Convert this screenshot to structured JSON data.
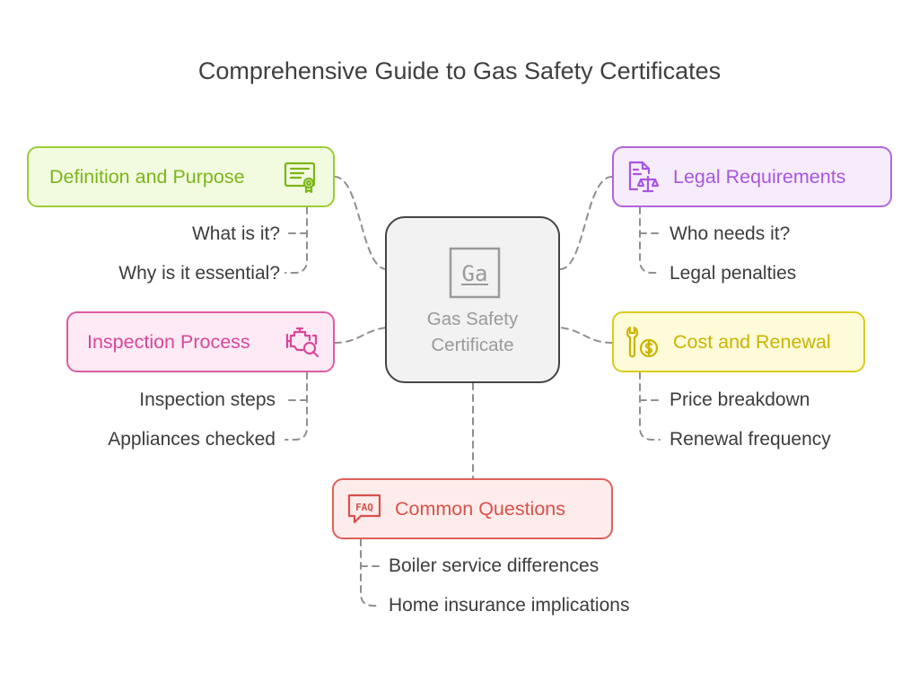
{
  "title": "Comprehensive Guide to Gas Safety Certificates",
  "center": {
    "icon": "certificate-ga-icon",
    "icon_text": "Ga",
    "line1": "Gas Safety",
    "line2": "Certificate"
  },
  "branches": {
    "definition": {
      "label": "Definition and Purpose",
      "icon": "certificate-icon",
      "color": "#7cb518",
      "items": [
        "What is it?",
        "Why is it essential?"
      ]
    },
    "legal": {
      "label": "Legal Requirements",
      "icon": "legal-document-scales-icon",
      "color": "#a855e0",
      "items": [
        "Who needs it?",
        "Legal penalties"
      ]
    },
    "inspection": {
      "label": "Inspection Process",
      "icon": "engine-inspection-icon",
      "color": "#d8479b",
      "items": [
        "Inspection steps",
        "Appliances checked"
      ]
    },
    "cost": {
      "label": "Cost and Renewal",
      "icon": "wrench-dollar-icon",
      "color": "#c9b400",
      "items": [
        "Price breakdown",
        "Renewal frequency"
      ]
    },
    "faq": {
      "label": "Common Questions",
      "icon": "faq-icon",
      "icon_text": "FAQ",
      "color": "#d9514a",
      "items": [
        "Boiler service differences",
        "Home insurance implications"
      ]
    }
  }
}
